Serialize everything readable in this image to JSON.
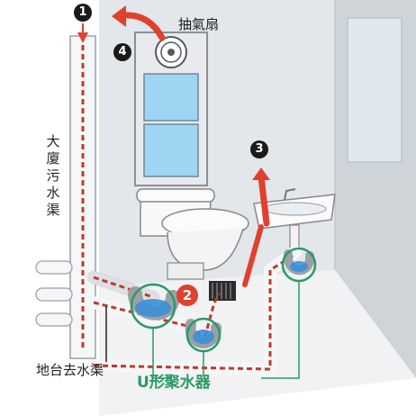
{
  "labels": {
    "fan": "抽氣扇",
    "building_drain": [
      "大",
      "廈",
      "污",
      "水",
      "渠"
    ],
    "floor_drain": "地台去水渠",
    "u_trap": "U形聚水器"
  },
  "markers": {
    "m1": "1",
    "m2": "2",
    "m3": "3",
    "m4": "4"
  },
  "colors": {
    "flow_arrow": "#e0402e",
    "pipe_path": "#c0392b",
    "water": "#3a8fd8",
    "u_trap_highlight": "#2a9a64",
    "wall": "#d9dde2",
    "window": "#9fd4f2"
  }
}
